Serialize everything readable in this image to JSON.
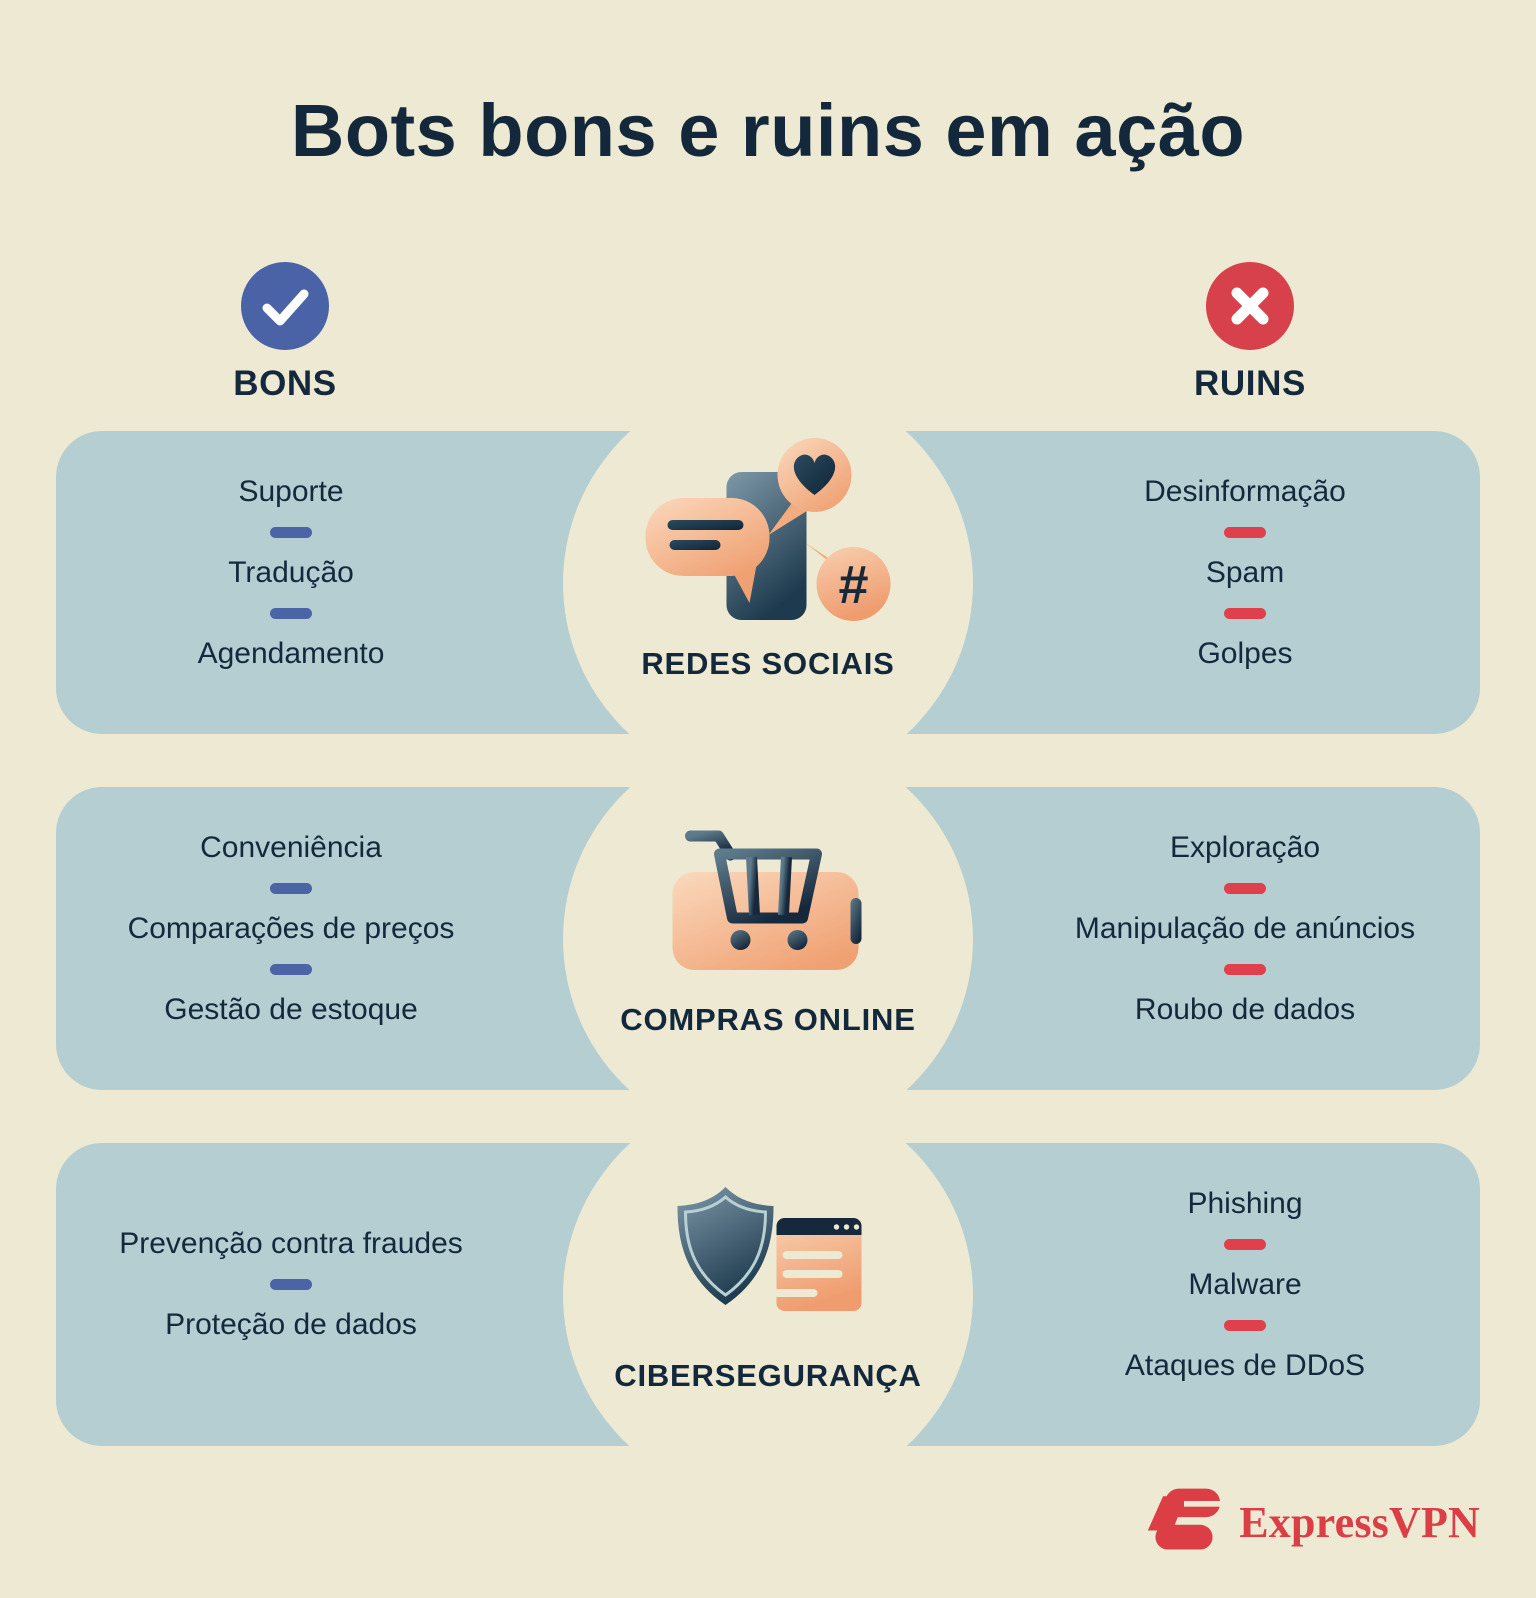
{
  "title": "Bots bons e ruins em ação",
  "legend": {
    "good": {
      "label": "BONS",
      "icon": "check-icon",
      "accent": "#4A63A6"
    },
    "bad": {
      "label": "RUINS",
      "icon": "x-icon",
      "accent": "#D7414C"
    }
  },
  "rows": [
    {
      "category": "REDES SOCIAIS",
      "icon": "social-media-icon",
      "good": [
        "Suporte",
        "Tradução",
        "Agendamento"
      ],
      "bad": [
        "Desinformação",
        "Spam",
        "Golpes"
      ]
    },
    {
      "category": "COMPRAS ONLINE",
      "icon": "shopping-cart-icon",
      "good": [
        "Conveniência",
        "Comparações de preços",
        "Gestão de estoque"
      ],
      "bad": [
        "Exploração",
        "Manipulação de anúncios",
        "Roubo de dados"
      ]
    },
    {
      "category": "CIBERSEGURANÇA",
      "icon": "shield-browser-icon",
      "good": [
        "Prevenção contra fraudes",
        "Proteção de dados"
      ],
      "bad": [
        "Phishing",
        "Malware",
        "Ataques de DDoS"
      ]
    }
  ],
  "footer": {
    "brand": "ExpressVPN",
    "logo": "expressvpn-logo"
  },
  "colors": {
    "background": "#EDE9D2",
    "panel": "#B4CED2",
    "text": "#15293C",
    "good_accent": "#4A63A6",
    "bad_accent": "#D7414C",
    "bad_pill": "#DF404C",
    "brand_red": "#DC3E46"
  }
}
